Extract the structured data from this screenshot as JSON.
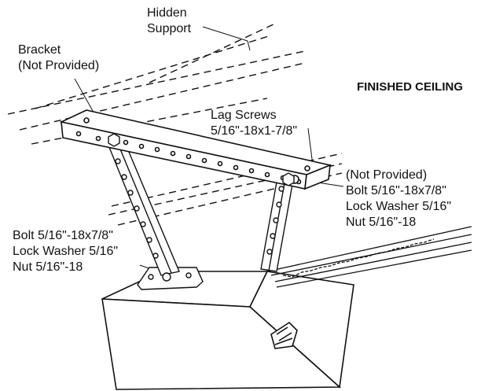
{
  "labels": {
    "hidden_support": [
      "Hidden",
      "Support"
    ],
    "bracket": [
      "Bracket",
      "(Not Provided)"
    ],
    "finished_ceiling": "FINISHED CEILING",
    "lag_screws": [
      "Lag Screws",
      "5/16\"-18x1-7/8\""
    ],
    "right_hardware": [
      "(Not Provided)",
      "Bolt 5/16\"-18x7/8\"",
      "Lock Washer 5/16\"",
      "Nut 5/16\"-18"
    ],
    "left_hardware": [
      "Bolt 5/16\"-18x7/8\"",
      "Lock Washer 5/16\"",
      "Nut 5/16\"-18"
    ]
  },
  "colors": {
    "line": "#111111",
    "background": "#ffffff"
  }
}
